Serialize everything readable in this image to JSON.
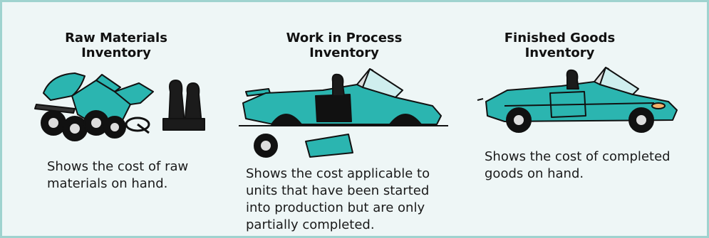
{
  "columns": [
    {
      "title_lines": [
        "Raw Materials",
        "Inventory"
      ],
      "image_icon": "disassembled-car-parts",
      "description_lines": [
        "Shows the cost of raw",
        "materials on hand."
      ]
    },
    {
      "title_lines": [
        "Work in Process",
        "Inventory"
      ],
      "image_icon": "partially-assembled-convertible",
      "description_lines": [
        "Shows the cost applicable to",
        "units that have been started",
        "into production but are only",
        "partially completed."
      ]
    },
    {
      "title_lines": [
        "Finished Goods",
        "Inventory"
      ],
      "image_icon": "completed-convertible",
      "description_lines": [
        "Shows the cost of completed",
        "goods on hand."
      ]
    }
  ],
  "colors": {
    "car_body": "#2bb5b0",
    "panel_background": "#eef6f6",
    "panel_border": "#9fd3cf"
  }
}
